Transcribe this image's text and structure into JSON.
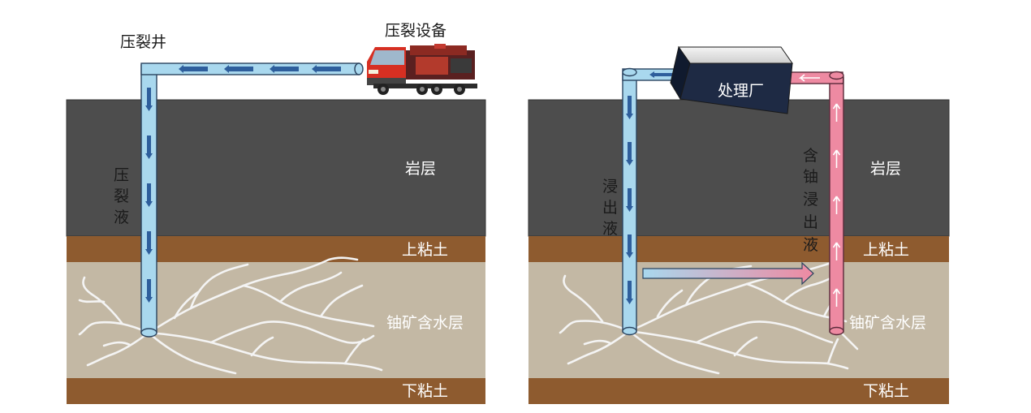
{
  "left_panel": {
    "well_label": "压裂井",
    "equipment_label": "压裂设备",
    "fluid_label_chars": [
      "压",
      "裂",
      "液"
    ],
    "rock_label": "岩层",
    "upper_clay_label": "上粘土",
    "aquifer_label": "铀矿含水层",
    "lower_clay_label": "下粘土"
  },
  "right_panel": {
    "plant_label": "处理厂",
    "leachate_label_chars": [
      "浸",
      "出",
      "液"
    ],
    "uranium_leachate_label_chars": [
      "含",
      "铀",
      "浸",
      "出",
      "液"
    ],
    "rock_label": "岩层",
    "upper_clay_label": "上粘土",
    "aquifer_label": "铀矿含水层",
    "lower_clay_label": "下粘土"
  },
  "colors": {
    "rock": "#4d4d4d",
    "clay": "#8e5b2f",
    "aquifer": "#c3b8a4",
    "injection_pipe": "#a9d8ee",
    "production_pipe": "#ee8aa2",
    "plant_box": "#1e2a44",
    "arrow": "#2e5e9c"
  },
  "icons": {
    "truck": "fracturing-truck-icon",
    "plant": "treatment-plant-box-icon"
  }
}
